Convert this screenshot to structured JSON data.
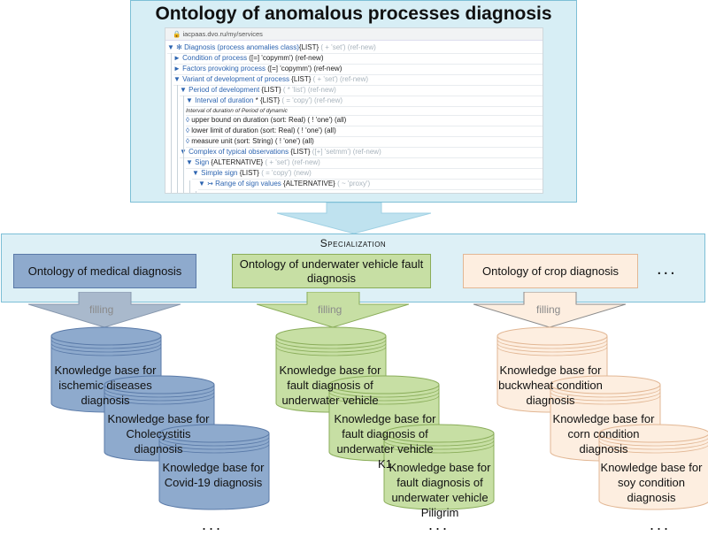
{
  "title": "Ontology of anomalous processes diagnosis",
  "screenshot": {
    "url": "iacpaas.dvo.ru/my/services",
    "rows": [
      {
        "level": 0,
        "prefix": "▼ ✻ ",
        "name": "Diagnosis (process anomalies class)",
        "type": "{LIST}",
        "extra": " ( + 'set') (ref-new)"
      },
      {
        "level": 1,
        "prefix": "► ",
        "name": "Condition of process",
        "type": " ([=] 'copymm') (ref-new)",
        "extra": ""
      },
      {
        "level": 1,
        "prefix": "► ",
        "name": "Factors provoking process",
        "type": " ([=] 'copymm') (ref-new)",
        "extra": ""
      },
      {
        "level": 1,
        "prefix": "▼ ",
        "name": "Variant of development of process",
        "type": " {LIST}",
        "extra": " ( + 'set') (ref-new)"
      },
      {
        "level": 2,
        "prefix": "▼ ",
        "name": "Period of development",
        "type": " {LIST}",
        "extra": " ( * 'list') (ref-new)"
      },
      {
        "level": 3,
        "prefix": "▼ ",
        "name": "Interval of duration",
        "type": " * {LIST}",
        "extra": " ( = 'copy') (ref-new)"
      },
      {
        "level": 3,
        "prefix": "",
        "name": "",
        "type": "",
        "extra": "",
        "note": "Interval of duration of Period of dynamic"
      },
      {
        "level": 3,
        "prefix": "◊ ",
        "name": "",
        "type": "upper bound on duration (sort: Real) ( ! 'one') (all)",
        "extra": ""
      },
      {
        "level": 3,
        "prefix": "◊ ",
        "name": "",
        "type": "lower limit of duration (sort: Real) ( ! 'one') (all)",
        "extra": ""
      },
      {
        "level": 3,
        "prefix": "◊ ",
        "name": "",
        "type": "measure unit (sort: String) ( ! 'one') (all)",
        "extra": ""
      },
      {
        "level": 2,
        "prefix": "▼ ",
        "name": "Complex of typical observations",
        "type": " {LIST}",
        "extra": " ([+] 'setmm') (ref-new)"
      },
      {
        "level": 3,
        "prefix": "▼ ",
        "name": "Sign",
        "type": " {ALTERNATIVE}",
        "extra": " ( + 'set') (ref-new)"
      },
      {
        "level": 4,
        "prefix": "▼ ",
        "name": "Simple sign",
        "type": " {LIST}",
        "extra": " ( = 'copy') (new)"
      },
      {
        "level": 5,
        "prefix": "▼ ↣ ",
        "name": "Range of sign values",
        "type": " {ALTERNATIVE}",
        "extra": " ( ~ 'proxy')"
      }
    ]
  },
  "specialization": "Specialization",
  "ontologies": {
    "medical": "Ontology of medical diagnosis",
    "underwater": "Ontology of underwater vehicle fault diagnosis",
    "crop": "Ontology of crop diagnosis",
    "more": "..."
  },
  "filling_label": "filling",
  "knowledge_bases": {
    "medical": [
      "Knowledge base for ischemic diseases diagnosis",
      "Knowledge base for Cholecystitis diagnosis",
      "Knowledge base for Covid-19 diagnosis"
    ],
    "underwater": [
      "Knowledge base for fault diagnosis of underwater vehicle",
      "Knowledge base for fault diagnosis of underwater vehicle K1",
      "Knowledge base for fault diagnosis of underwater vehicle Piligrim"
    ],
    "crop": [
      "Knowledge base for buckwheat condition diagnosis",
      "Knowledge base for corn condition diagnosis",
      "Knowledge base for soy condition diagnosis"
    ]
  },
  "more_dots": "...",
  "colors": {
    "medical_fill": "#8eaacd",
    "medical_stroke": "#5a7aa8",
    "underwater_fill": "#c7dfa4",
    "underwater_stroke": "#8aad5a",
    "crop_fill": "#fdeee0",
    "crop_stroke": "#e2b794",
    "panel": "#d7eef5",
    "band": "#ddf0f6"
  }
}
